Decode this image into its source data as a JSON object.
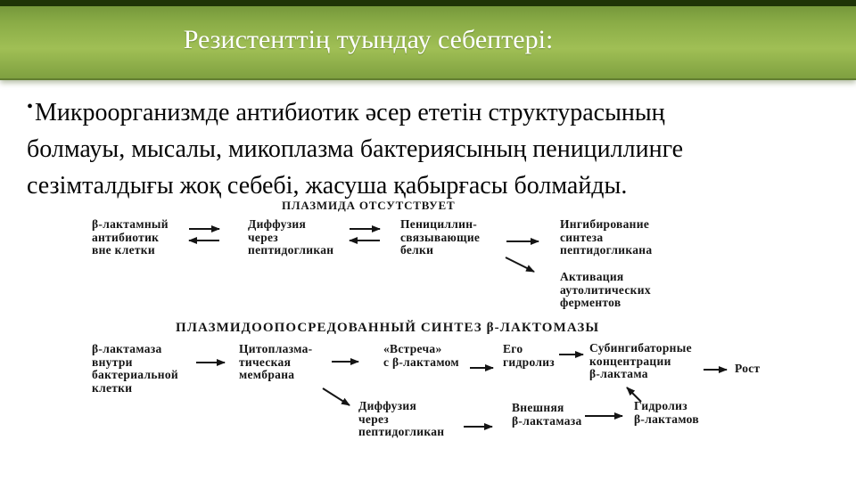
{
  "slide": {
    "title": "Резистенттің туындау себептері:",
    "bullet": {
      "marker": "•",
      "text": "Микроорганизмде антибиотик әсер ететін структурасының\nболмауы, мысалы, микоплазма бактериясының пенициллинге\nсезімталдығы жоқ себебі, жасуша қабырғасы болмайды."
    }
  },
  "diagram": {
    "sections": [
      {
        "title": "ПЛАЗМИДА ОТСУТСТВУЕТ",
        "nodes": [
          {
            "id": "beta-lactam-antibiotic-outside",
            "text": "β-лактамный\nантибиотик\nвне клетки"
          },
          {
            "id": "diffusion-through-peptidoglycan",
            "text": "Диффузия\nчерез\nпептидогликан"
          },
          {
            "id": "penicillin-binding-proteins",
            "text": "Пенициллин-\nсвязывающие\nбелки"
          },
          {
            "id": "inhibition-of-peptidoglycan-synthesis",
            "text": "Ингибирование\nсинтеза\nпептидогликана"
          },
          {
            "id": "activation-of-autolytic-enzymes",
            "text": "Активация\nаутолитических\nферментов"
          }
        ],
        "edges": [
          {
            "from": "beta-lactam-antibiotic-outside",
            "to": "diffusion-through-peptidoglycan",
            "style": "double"
          },
          {
            "from": "diffusion-through-peptidoglycan",
            "to": "penicillin-binding-proteins",
            "style": "double"
          },
          {
            "from": "penicillin-binding-proteins",
            "to": "inhibition-of-peptidoglycan-synthesis",
            "style": "single"
          },
          {
            "from": "penicillin-binding-proteins",
            "to": "activation-of-autolytic-enzymes",
            "style": "single"
          }
        ]
      },
      {
        "title": "ПЛАЗМИДООПОСРЕДОВАННЫЙ СИНТЕЗ β-ЛАКТОМАЗЫ",
        "nodes": [
          {
            "id": "beta-lactamase-inside-cell",
            "text": "β-лактамаза\nвнутри\nбактериальной\nклетки"
          },
          {
            "id": "cytoplasmic-membrane",
            "text": "Цитоплазма-\nтическая\nмембрана"
          },
          {
            "id": "meeting-with-beta-lactam",
            "text": "«Встреча»\nс β-лактамом"
          },
          {
            "id": "its-hydrolysis",
            "text": "Его\nгидролиз"
          },
          {
            "id": "subinhibitory-concentrations",
            "text": "Субингибаторные\nконцентрации\nβ-лактама"
          },
          {
            "id": "growth",
            "text": "Рост"
          },
          {
            "id": "diffusion-through-peptidoglycan-2",
            "text": "Диффузия\nчерез\nпептидогликан"
          },
          {
            "id": "external-beta-lactamase",
            "text": "Внешняя\nβ-лактамаза"
          },
          {
            "id": "hydrolysis-of-beta-lactams",
            "text": "Гидролиз\nβ-лактамов"
          }
        ],
        "edges": [
          {
            "from": "beta-lactamase-inside-cell",
            "to": "cytoplasmic-membrane",
            "style": "single"
          },
          {
            "from": "cytoplasmic-membrane",
            "to": "meeting-with-beta-lactam",
            "style": "single"
          },
          {
            "from": "meeting-with-beta-lactam",
            "to": "its-hydrolysis",
            "style": "single"
          },
          {
            "from": "its-hydrolysis",
            "to": "subinhibitory-concentrations",
            "style": "single"
          },
          {
            "from": "subinhibitory-concentrations",
            "to": "growth",
            "style": "single"
          },
          {
            "from": "cytoplasmic-membrane",
            "to": "diffusion-through-peptidoglycan-2",
            "style": "single"
          },
          {
            "from": "diffusion-through-peptidoglycan-2",
            "to": "external-beta-lactamase",
            "style": "single"
          },
          {
            "from": "external-beta-lactamase",
            "to": "hydrolysis-of-beta-lactams",
            "style": "single"
          },
          {
            "from": "hydrolysis-of-beta-lactams",
            "to": "subinhibitory-concentrations",
            "style": "single"
          }
        ]
      }
    ]
  },
  "colors": {
    "header_strip": "#1e3407",
    "header_green_top": "#6e9137",
    "header_green_light": "#a0bf55",
    "header_green_bottom": "#7fa040",
    "header_border": "#617e30",
    "title_text": "#ffffff",
    "body_text": "#060606",
    "diagram_text": "#141414",
    "background": "#ffffff"
  }
}
